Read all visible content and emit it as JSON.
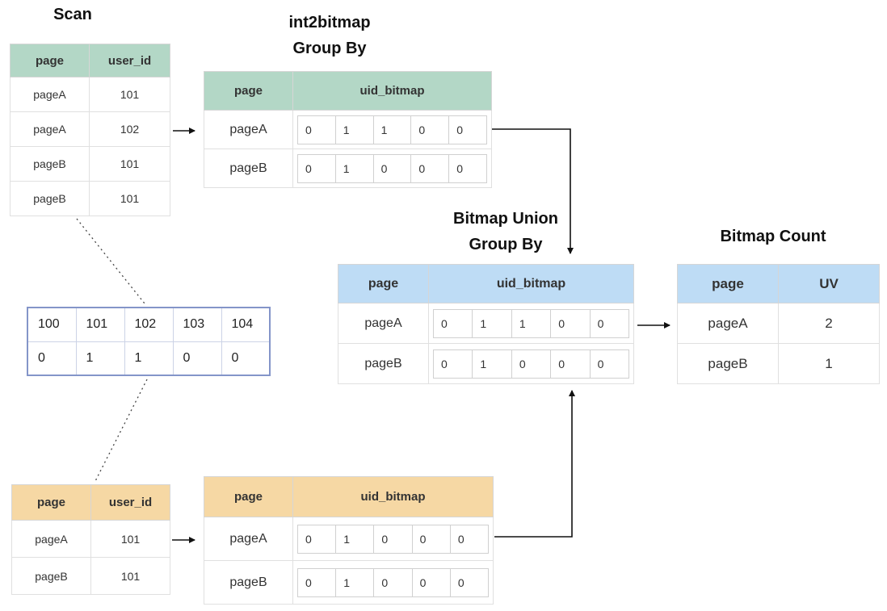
{
  "titles": {
    "scan": "Scan",
    "int2bitmap_line1": "int2bitmap",
    "int2bitmap_line2": "Group By",
    "union_line1": "Bitmap Union",
    "union_line2": "Group By",
    "count": "Bitmap Count"
  },
  "scan_table": {
    "headers": [
      "page",
      "user_id"
    ],
    "rows": [
      [
        "pageA",
        "101"
      ],
      [
        "pageA",
        "102"
      ],
      [
        "pageB",
        "101"
      ],
      [
        "pageB",
        "101"
      ]
    ]
  },
  "int2bitmap_table": {
    "headers": [
      "page",
      "uid_bitmap"
    ],
    "rows": [
      {
        "page": "pageA",
        "bits": [
          "0",
          "1",
          "1",
          "0",
          "0"
        ]
      },
      {
        "page": "pageB",
        "bits": [
          "0",
          "1",
          "0",
          "0",
          "0"
        ]
      }
    ]
  },
  "legend_table": {
    "positions": [
      "100",
      "101",
      "102",
      "103",
      "104"
    ],
    "bits": [
      "0",
      "1",
      "1",
      "0",
      "0"
    ]
  },
  "union_table": {
    "headers": [
      "page",
      "uid_bitmap"
    ],
    "rows": [
      {
        "page": "pageA",
        "bits": [
          "0",
          "1",
          "1",
          "0",
          "0"
        ]
      },
      {
        "page": "pageB",
        "bits": [
          "0",
          "1",
          "0",
          "0",
          "0"
        ]
      }
    ]
  },
  "count_table": {
    "headers": [
      "page",
      "UV"
    ],
    "rows": [
      [
        "pageA",
        "2"
      ],
      [
        "pageB",
        "1"
      ]
    ]
  },
  "scan2_table": {
    "headers": [
      "page",
      "user_id"
    ],
    "rows": [
      [
        "pageA",
        "101"
      ],
      [
        "pageB",
        "101"
      ]
    ]
  },
  "bitmap2_table": {
    "headers": [
      "page",
      "uid_bitmap"
    ],
    "rows": [
      {
        "page": "pageA",
        "bits": [
          "0",
          "1",
          "0",
          "0",
          "0"
        ]
      },
      {
        "page": "pageB",
        "bits": [
          "0",
          "1",
          "0",
          "0",
          "0"
        ]
      }
    ]
  },
  "colors": {
    "green_header": "#b3d7c6",
    "blue_header": "#bedcf5",
    "orange_header": "#f6d8a4",
    "legend_border": "#8495c9"
  }
}
